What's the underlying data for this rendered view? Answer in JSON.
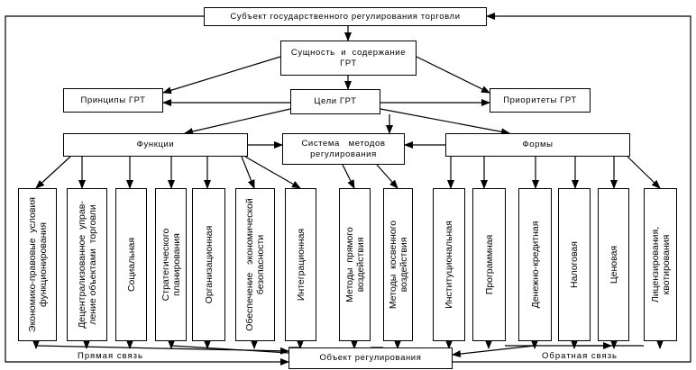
{
  "diagram": {
    "subject": "Субъект   государственного   регулирования   торговли",
    "essence": "Сущность  и  содержание\nГРТ",
    "principles": "Принципы   ГРТ",
    "goals": "Цели   ГРТ",
    "priorities": "Приоритеты   ГРТ",
    "functions": "Функции",
    "methods_system": "Система   методов\nрегулирования",
    "forms": "Формы",
    "object": "Объект   регулирования",
    "direct_link": "Прямая   связь",
    "feedback_link": "Обратная   связь",
    "function_items": [
      "Экономико-правовые  условия\nфункционирования",
      "Децентрализованное  управ-\nление объектами  торговли",
      "Социальная",
      "Стратегического\nпланирования",
      "Организационная",
      "Обеспечение   экономической\nбезопасности",
      "Интеграционная"
    ],
    "method_items": [
      "Методы  прямого\nвоздействия",
      "Методы  косвенного\nвоздействия"
    ],
    "form_items": [
      "Институциональная",
      "Программная",
      "Денежно-кредитная",
      "Налоговая",
      "Ценовая",
      "Лицензирования,\nквотирования"
    ]
  }
}
